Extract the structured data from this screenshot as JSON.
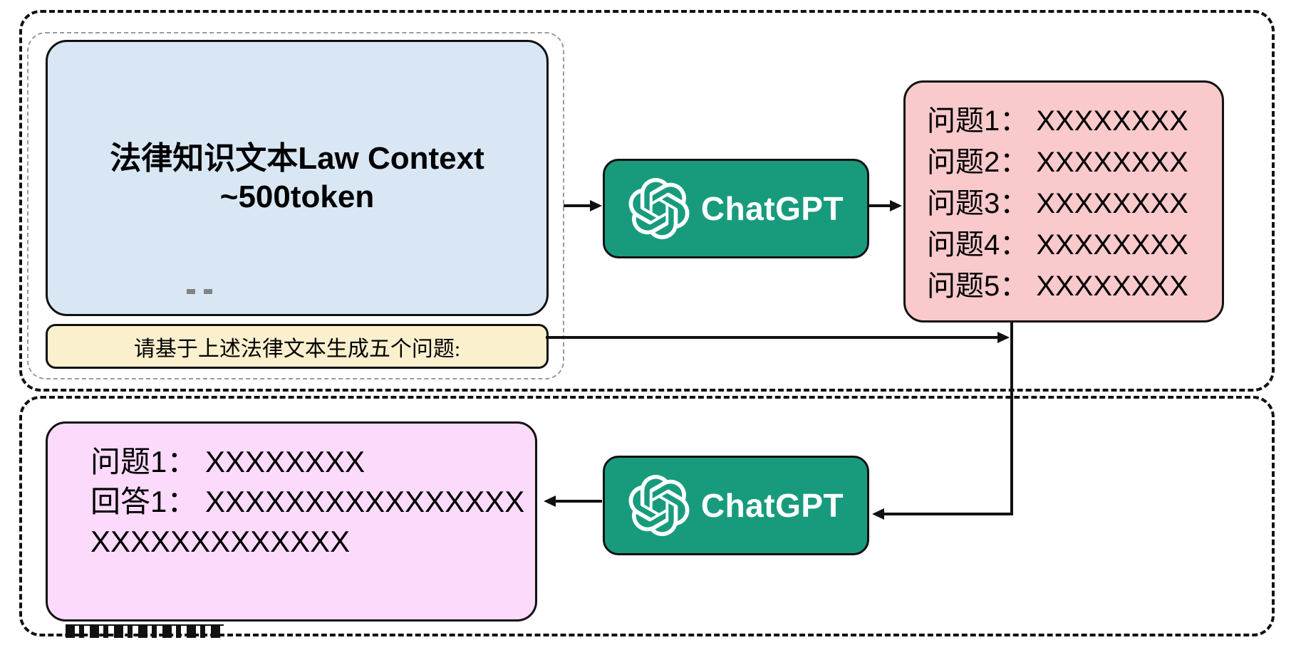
{
  "colors": {
    "chatgpt_green": "#189b7d",
    "law_box_blue": "#d9e7f5",
    "prompt_box_yellow": "#faf0cd",
    "questions_box_pink": "#f9c9cc",
    "qa_box_purple": "#fbdafb",
    "line_black": "#111111"
  },
  "stage1": {
    "law_context_box": {
      "title_cn": "法律知识文本",
      "title_en": "Law Context",
      "subtitle": "~500token"
    },
    "prompt_box": {
      "text": "请基于上述法律文本生成五个问题:"
    },
    "chatgpt": {
      "label": "ChatGPT"
    },
    "questions_box": {
      "lines": [
        "问题1： XXXXXXXX",
        "问题2： XXXXXXXX",
        "问题3： XXXXXXXX",
        "问题4： XXXXXXXX",
        "问题5： XXXXXXXX"
      ]
    }
  },
  "stage2": {
    "chatgpt": {
      "label": "ChatGPT"
    },
    "qa_box": {
      "lines": [
        "问题1： XXXXXXXX",
        "回答1： XXXXXXXXXXXXXXXX",
        "XXXXXXXXXXXXX"
      ]
    }
  }
}
